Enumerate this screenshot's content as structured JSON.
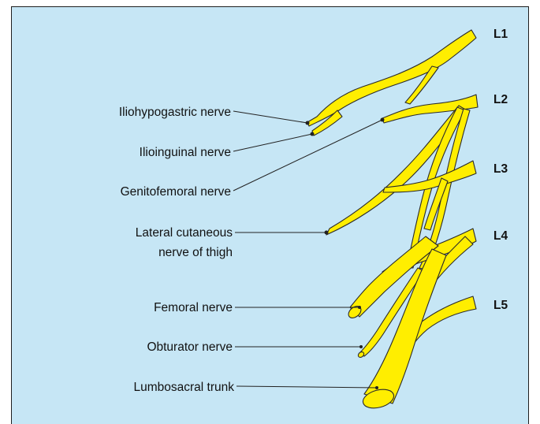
{
  "roots": {
    "l1": "L1",
    "l2": "L2",
    "l3": "L3",
    "l4": "L4",
    "l5": "L5"
  },
  "labels": {
    "iliohypogastric": "Iliohypogastric nerve",
    "ilioinguinal": "Ilioinguinal nerve",
    "genitofemoral": "Genitofemoral nerve",
    "lateral_cutaneous_1": "Lateral cutaneous",
    "lateral_cutaneous_2": "nerve of thigh",
    "femoral": "Femoral nerve",
    "obturator": "Obturator nerve",
    "lumbosacral": "Lumbosacral trunk"
  },
  "colors": {
    "background": "#c6e6f5",
    "nerve_fill": "#ffee00",
    "outline": "#2a2a2a"
  }
}
